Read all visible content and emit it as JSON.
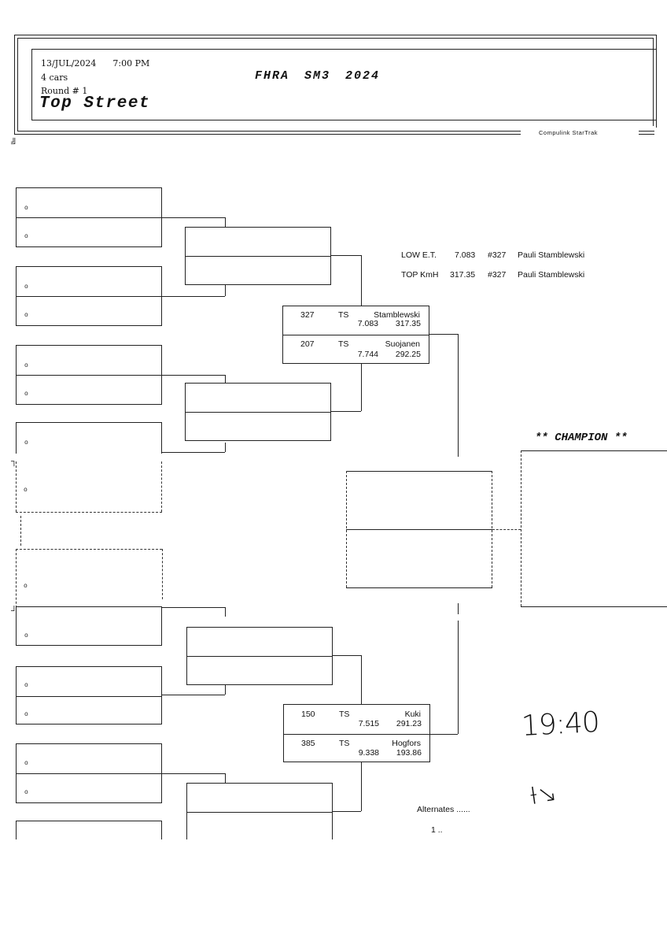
{
  "header": {
    "date": "13/JUL/2024",
    "time": "7:00 PM",
    "cars": "4 cars",
    "round": "Round # 1",
    "class_name": "Top Street",
    "event": "FHRA SM3 2024",
    "software": "Compulink StarTrak"
  },
  "records": {
    "low_et": {
      "label": "LOW E.T.",
      "value": "7.083",
      "car": "#327",
      "driver": "Pauli Stamblewski"
    },
    "top_speed": {
      "label": "TOP KmH",
      "value": "317.35",
      "car": "#327",
      "driver": "Pauli Stamblewski"
    }
  },
  "slot_marker": "o",
  "semifinal_top": {
    "upper": {
      "number": "327",
      "class": "TS",
      "name": "Stamblewski",
      "et": "7.083",
      "speed": "317.35"
    },
    "lower": {
      "number": "207",
      "class": "TS",
      "name": "Suojanen",
      "et": "7.744",
      "speed": "292.25"
    }
  },
  "semifinal_bottom": {
    "upper": {
      "number": "150",
      "class": "TS",
      "name": "Kuki",
      "et": "7.515",
      "speed": "291.23"
    },
    "lower": {
      "number": "385",
      "class": "TS",
      "name": "Hogfors",
      "et": "9.338",
      "speed": "193.86"
    }
  },
  "champion_label": "** CHAMPION **",
  "handwritten_time": "19:40",
  "handwritten_initials": "Ɨ↘",
  "alternates": {
    "label": "Alternates ......",
    "first": "1 .."
  }
}
